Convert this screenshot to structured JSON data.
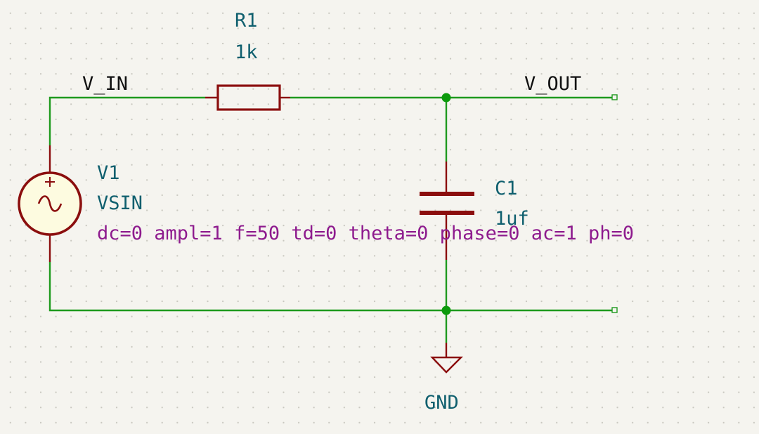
{
  "nets": {
    "input": "V_IN",
    "output": "V_OUT",
    "ground": "GND"
  },
  "components": {
    "resistor": {
      "ref": "R1",
      "value": "1k"
    },
    "capacitor": {
      "ref": "C1",
      "value": "1uf"
    },
    "source": {
      "ref": "V1",
      "value": "VSIN",
      "params": "dc=0 ampl=1 f=50 td=0 theta=0 phase=0 ac=1 ph=0"
    }
  },
  "colors": {
    "wire": "#1e9a1e",
    "symbol": "#8b0e0e",
    "reference": "#0f5f6e",
    "parameters": "#8e1b8e",
    "background": "#f5f4ef"
  }
}
